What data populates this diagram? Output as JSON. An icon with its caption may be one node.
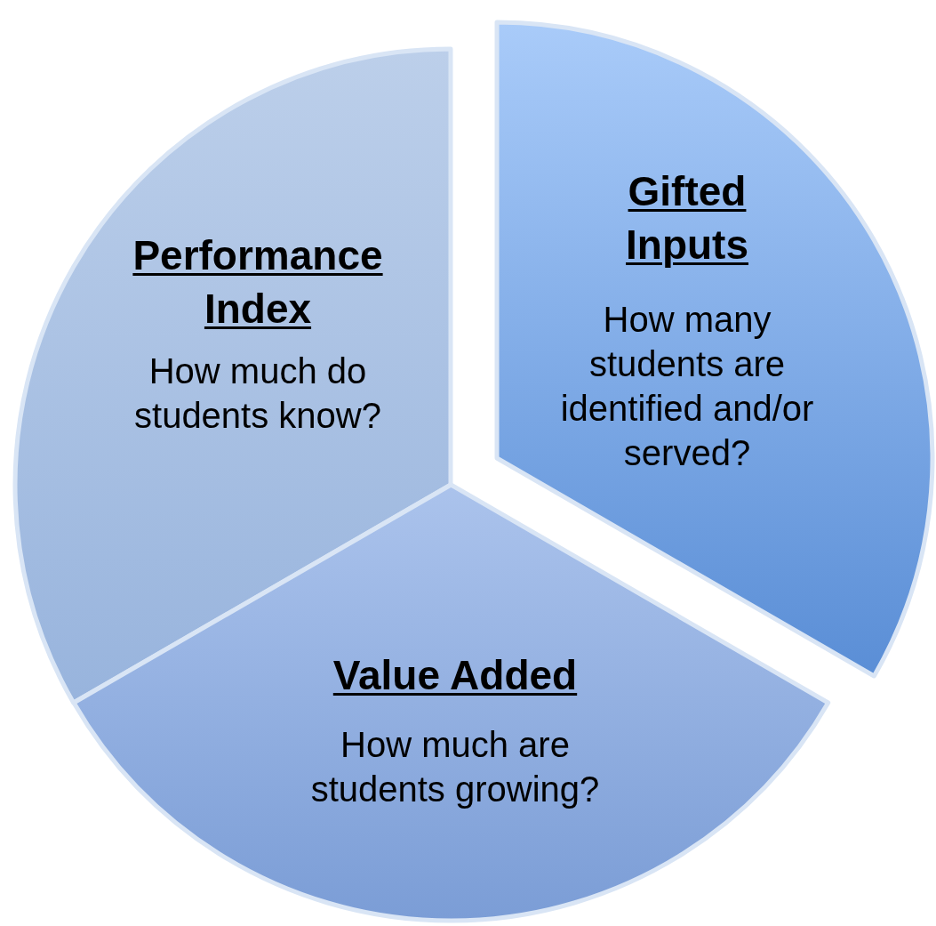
{
  "diagram": {
    "nodes": [
      {
        "text": [
          "Performance Index",
          "How much do students know?"
        ]
      },
      {
        "text": [
          "Gifted Inputs",
          "How many students are identified and/or served?"
        ]
      },
      {
        "text": [
          "Value Added",
          "How much are students growing?"
        ]
      }
    ]
  }
}
